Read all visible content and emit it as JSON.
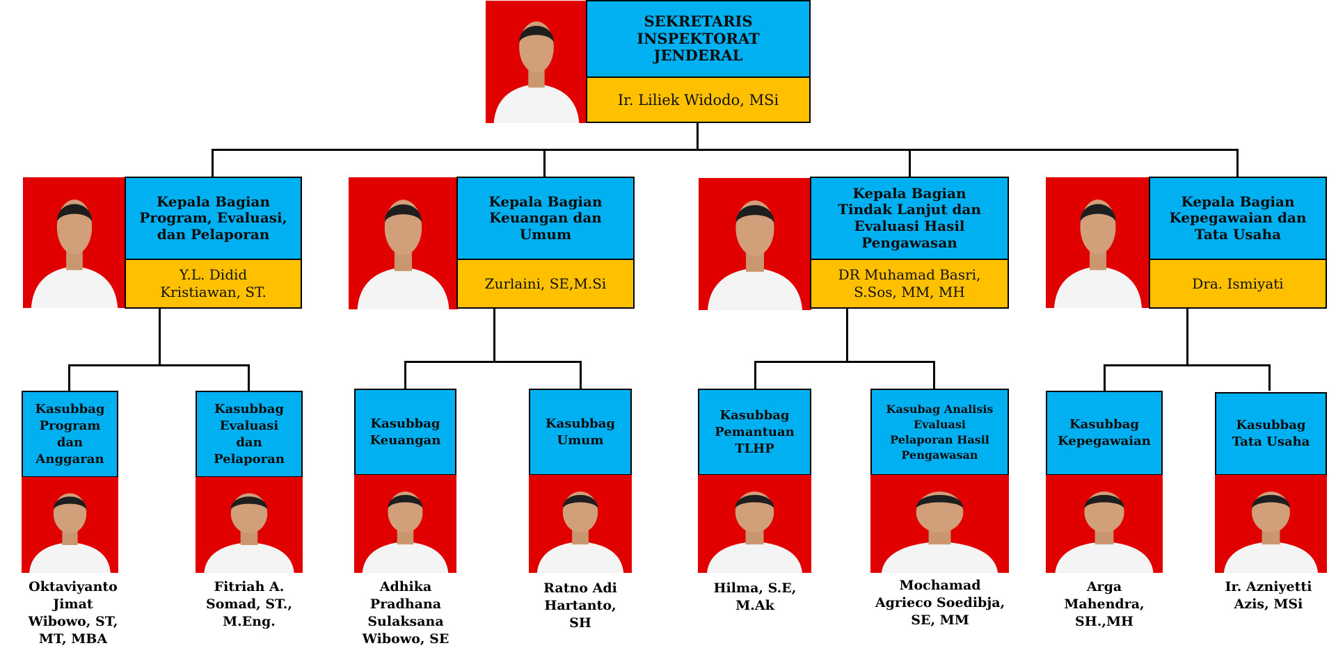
{
  "head": {
    "title": "SEKRETARIS\nINSPEKTORAT\nJENDERAL",
    "name": "Ir. Liliek Widodo, MSi"
  },
  "heads": [
    {
      "title": "Kepala Bagian\nProgram, Evaluasi,\ndan Pelaporan",
      "name": "Y.L. Didid\nKristiawan, ST."
    },
    {
      "title": "Kepala Bagian\nKeuangan dan\nUmum",
      "name": "Zurlaini, SE,M.Si"
    },
    {
      "title": "Kepala Bagian\nTindak Lanjut dan\nEvaluasi Hasil\nPengawasan",
      "name": "DR Muhamad Basri,\nS.Sos, MM, MH"
    },
    {
      "title": "Kepala Bagian\nKepegawaian dan\nTata Usaha",
      "name": "Dra. Ismiyati"
    }
  ],
  "subs": [
    {
      "title": "Kasubbag\nProgram\ndan\nAnggaran",
      "name": "Oktaviyanto\nJimat\nWibowo, ST,\nMT, MBA"
    },
    {
      "title": "Kasubbag\nEvaluasi\ndan\nPelaporan",
      "name": "Fitriah A.\nSomad, ST.,\nM.Eng."
    },
    {
      "title": "Kasubbag\nKeuangan",
      "name": "Adhika\nPradhana\nSulaksana\nWibowo, SE"
    },
    {
      "title": "Kasubbag\nUmum",
      "name": "Ratno Adi\nHartanto,\nSH"
    },
    {
      "title": "Kasubbag\nPemantuan\nTLHP",
      "name": "Hilma, S.E,\nM.Ak"
    },
    {
      "title": "Kasubag Analisis\nEvaluasi\nPelaporan Hasil\nPengawasan",
      "name": "Mochamad\nAgrieco Soedibja,\nSE, MM"
    },
    {
      "title": "Kasubbag\nKepegawaian",
      "name": "Arga\nMahendra,\nSH.,MH"
    },
    {
      "title": "Kasubbag\nTata Usaha",
      "name": "Ir. Azniyetti\nAzis, MSi"
    }
  ],
  "colors": {
    "title_bg": "#00b0f0",
    "name_bg": "#ffc000",
    "photo_bg": "#e00000",
    "line": "#000000"
  }
}
